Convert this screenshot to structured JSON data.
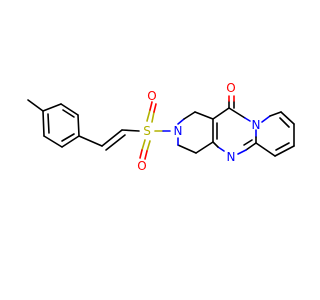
{
  "colors": {
    "background": "#ffffff",
    "carbon_bond": "#000000",
    "oxygen": "#ff0000",
    "nitrogen": "#0000ff",
    "sulfur": "#b2b200"
  },
  "atoms": {
    "sulfur": "S",
    "oxygen_top": "O",
    "oxygen_bottom": "O",
    "oxygen_carbonyl": "O",
    "nitrogen_sulfonamide": "N",
    "nitrogen_ring_fused": "N",
    "nitrogen_imine": "N"
  }
}
